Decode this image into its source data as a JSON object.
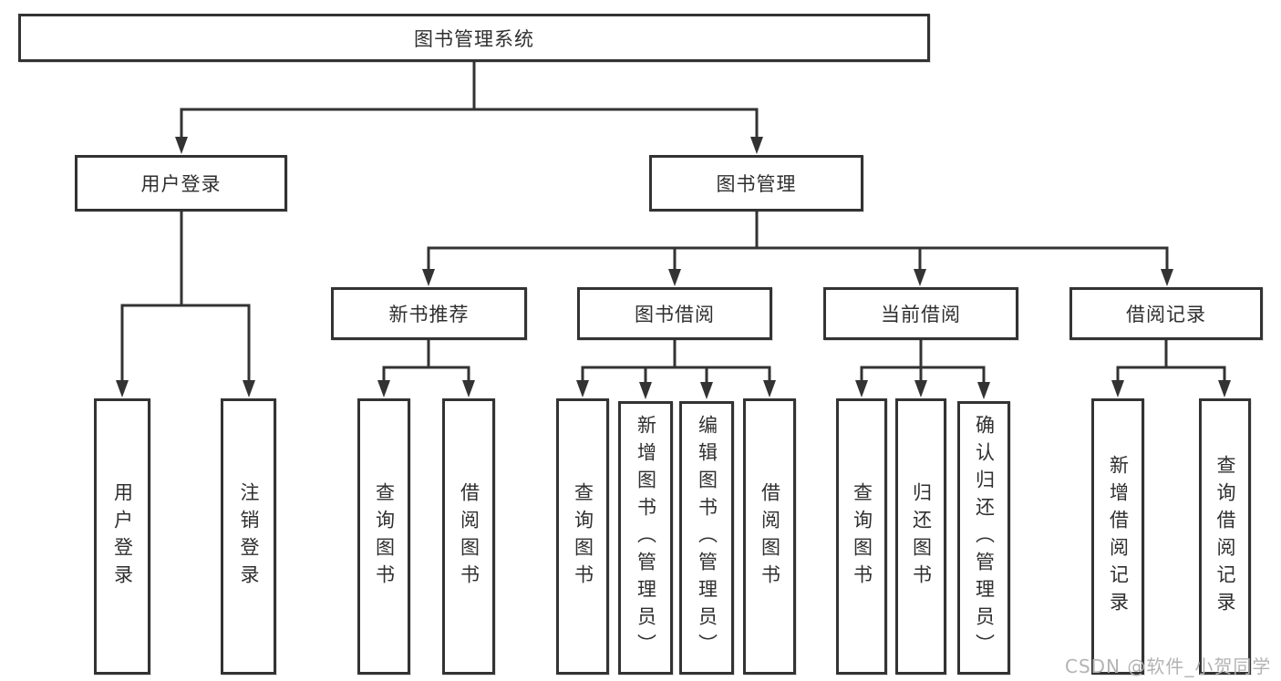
{
  "colors": {
    "line": "#333333",
    "text": "#2f2f2f",
    "bg": "#ffffff",
    "watermark": "#b3b3b3"
  },
  "diagram": {
    "title": "图书管理系统",
    "branches": [
      {
        "label": "用户登录",
        "children": [
          "用户登录",
          "注销登录"
        ]
      },
      {
        "label": "图书管理",
        "groups": [
          {
            "label": "新书推荐",
            "children": [
              "查询图书",
              "借阅图书"
            ]
          },
          {
            "label": "图书借阅",
            "children": [
              "查询图书",
              "新增图书（管理员）",
              "编辑图书（管理员）",
              "借阅图书"
            ]
          },
          {
            "label": "当前借阅",
            "children": [
              "查询图书",
              "归还图书",
              "确认归还（管理员）"
            ]
          },
          {
            "label": "借阅记录",
            "children": [
              "新增借阅记录",
              "查询借阅记录"
            ]
          }
        ]
      }
    ]
  },
  "watermark": {
    "text": "CSDN @软件_小贺同学"
  }
}
